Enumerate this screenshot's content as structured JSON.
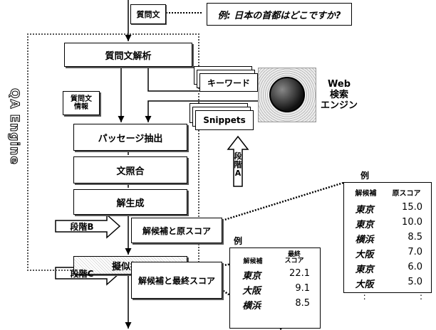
{
  "question": {
    "label": "質問文",
    "example": "例: 日本の首都はどこですか?"
  },
  "engine": {
    "label": "QA Engine"
  },
  "steps": {
    "analysis": "質問文解析",
    "question_info": "質問文\n情報",
    "passage": "パッセージ抽出",
    "matching": "文照合",
    "generation": "解生成",
    "voting": "擬似投票"
  },
  "web": {
    "keyword": "キーワード",
    "snippets": "Snippets",
    "engine": "Web\n検索\nエンジン"
  },
  "stages": {
    "a": "段階\nA",
    "b": "段階B",
    "c": "段階C"
  },
  "outputs": {
    "candidates_original": "解候補と原スコア",
    "candidates_final": "解候補と最終スコア"
  },
  "example_b": {
    "title": "例",
    "headers": [
      "解候補",
      "原スコア"
    ],
    "rows": [
      [
        "東京",
        "15.0"
      ],
      [
        "東京",
        "10.0"
      ],
      [
        "横浜",
        "8.5"
      ],
      [
        "大阪",
        "7.0"
      ],
      [
        "東京",
        "6.0"
      ],
      [
        "大阪",
        "5.0"
      ],
      [
        ":",
        ":"
      ]
    ]
  },
  "example_c": {
    "title": "例",
    "headers": [
      "解候補",
      "最終\nスコア"
    ],
    "rows": [
      [
        "東京",
        "22.1"
      ],
      [
        "大阪",
        "9.1"
      ],
      [
        "横浜",
        "8.5"
      ]
    ]
  }
}
